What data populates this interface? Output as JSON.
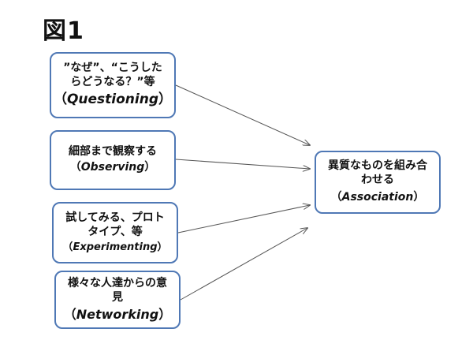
{
  "figure_title": "図1",
  "inputs": [
    {
      "id": "questioning",
      "jp_lines": [
        "”なぜ”、“こうした",
        "らどうなる？”等"
      ],
      "en_prefix": "（",
      "en": "Questioning",
      "en_suffix": "）"
    },
    {
      "id": "observing",
      "jp_lines": [
        "細部まで観察する"
      ],
      "en_prefix": "（",
      "en": "Observing",
      "en_suffix": "）"
    },
    {
      "id": "experimenting",
      "jp_lines": [
        "試してみる、プロト",
        "タイプ、等"
      ],
      "en_prefix": "（",
      "en": "Experimenting",
      "en_suffix": "）"
    },
    {
      "id": "networking",
      "jp_lines": [
        "様々な人達からの意",
        "見"
      ],
      "en_prefix": "（",
      "en": "Networking",
      "en_suffix": "）"
    }
  ],
  "output": {
    "id": "association",
    "jp_lines": [
      "異質なものを組み合",
      "わせる"
    ],
    "en_prefix": "（",
    "en": "Association",
    "en_suffix": "）"
  },
  "colors": {
    "box_border": "#4f78b5",
    "arrow": "#555555",
    "text": "#111111"
  }
}
